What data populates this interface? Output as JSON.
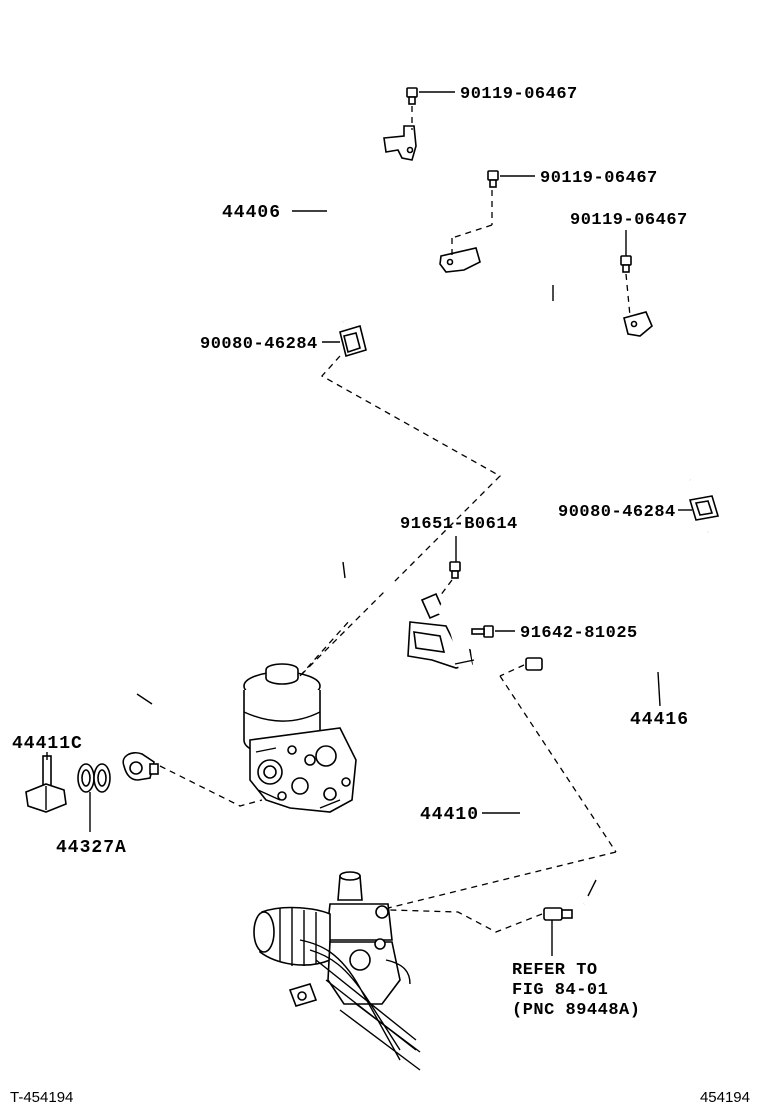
{
  "callouts": {
    "bolt_top": "90119-06467",
    "bolt_mid": "90119-06467",
    "bolt_right": "90119-06467",
    "hose_upper": "44406",
    "clamp_left": "90080-46284",
    "clamp_right": "90080-46284",
    "bolt_clamp": "91651-B0614",
    "bolt_bracket": "91642-81025",
    "pipe_return": "44416",
    "union_bolt": "44411C",
    "gasket": "44327A",
    "pressure_hose": "44410",
    "refer_line1": "REFER TO",
    "refer_line2": "FIG 84-01",
    "refer_line3": "(PNC 89448A)"
  },
  "footer": {
    "left": "T-454194",
    "right": "454194"
  }
}
